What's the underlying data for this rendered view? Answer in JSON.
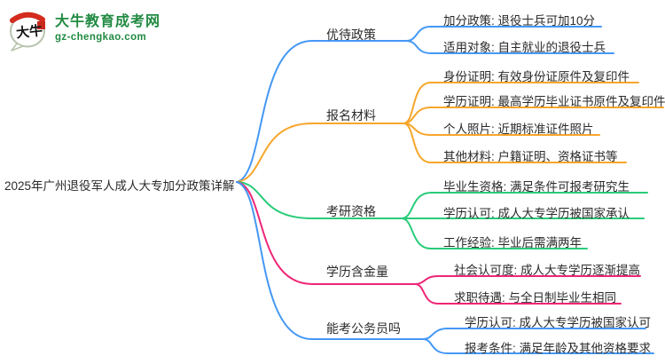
{
  "site": {
    "logo_mark_text": "大牛",
    "brand_name": "大牛教育成考网",
    "brand_domain": "gz-chengkao.com"
  },
  "colors": {
    "blue": "#4598f5",
    "orange": "#f7a62b",
    "green": "#29cc7a",
    "pink": "#ee2677",
    "brand_green": "#218a42",
    "logo_red": "#d32b1e",
    "text": "#2b2b2b"
  },
  "mindmap": {
    "root": "2025年广州退役军人成人大专加分政策详解",
    "branches": [
      {
        "label": "优待政策",
        "color": "blue",
        "children": [
          "加分政策: 退役士兵可加10分",
          "适用对象: 自主就业的退役士兵"
        ]
      },
      {
        "label": "报名材料",
        "color": "orange",
        "children": [
          "身份证明: 有效身份证原件及复印件",
          "学历证明: 最高学历毕业证书原件及复印件",
          "个人照片: 近期标准证件照片",
          "其他材料: 户籍证明、资格证书等"
        ]
      },
      {
        "label": "考研资格",
        "color": "green",
        "children": [
          "毕业生资格: 满足条件可报考研究生",
          "学历认可: 成人大专学历被国家承认",
          "工作经验: 毕业后需满两年"
        ]
      },
      {
        "label": "学历含金量",
        "color": "pink",
        "children": [
          "社会认可度: 成人大专学历逐渐提高",
          "求职待遇: 与全日制毕业生相同"
        ]
      },
      {
        "label": "能考公务员吗",
        "color": "blue",
        "children": [
          "学历认可: 成人大专学历被国家认可",
          "报考条件: 满足年龄及其他资格要求"
        ]
      }
    ]
  }
}
